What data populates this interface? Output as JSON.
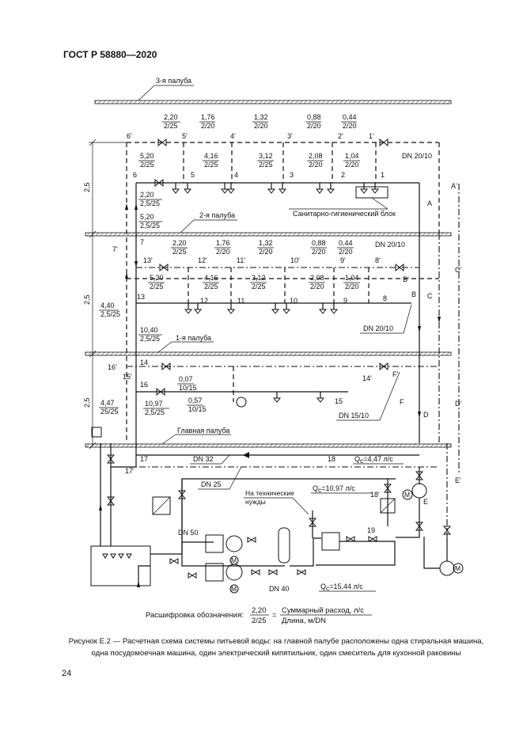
{
  "header": {
    "standard": "ГОСТ Р 58880—2020"
  },
  "page_number": "24",
  "caption": "Рисунок Е.2 — Расчетная схема системы питьевой воды: на главной палубе расположены одна стиральная машина, одна посудомоечная машина, один электрический кипятильник, один смеситель для кухонной раковины",
  "decks": {
    "deck3": "3-я палуба",
    "deck2": "2-я палуба",
    "deck1": "1-я палуба",
    "main": "Главная палуба"
  },
  "heights": {
    "h1": "2,5",
    "h2": "2,5",
    "h3": "2,5"
  },
  "nodes": {
    "n1": "1",
    "n2": "2",
    "n3": "3",
    "n4": "4",
    "n5": "5",
    "n6": "6",
    "n1p": "1'",
    "n2p": "2'",
    "n3p": "3'",
    "n4p": "4'",
    "n5p": "5'",
    "n6p": "6'",
    "n7": "7",
    "n7p": "7'",
    "n8": "8",
    "n9": "9",
    "n10": "10",
    "n11": "11",
    "n12": "12",
    "n13": "13",
    "n8p": "8'",
    "n9p": "9'",
    "n10p": "10'",
    "n11p": "11'",
    "n12p": "12'",
    "n13p": "13'",
    "n14": "14",
    "n14p": "14'",
    "n15": "15",
    "n15p": "15'",
    "n16": "16",
    "n16p": "16'",
    "n17": "17",
    "n17p": "17'",
    "n18": "18",
    "n18p": "18'",
    "n19": "19"
  },
  "risers": {
    "A": "A",
    "Ap": "A'",
    "B": "B",
    "Bp": "B'",
    "C": "C",
    "Cp": "C'",
    "D": "D",
    "Dp": "D'",
    "E": "E",
    "Ep": "E'",
    "F": "F",
    "Fp": "F'"
  },
  "labels": {
    "r3t1a": "2,20",
    "r3t1b": "2/25",
    "r3t2a": "1,76",
    "r3t2b": "2/20",
    "r3t3a": "1,32",
    "r3t3b": "2/20",
    "r3t4a": "0,88",
    "r3t4b": "2/20",
    "r3t5a": "0,44",
    "r3t5b": "2/20",
    "r3b1a": "5,20",
    "r3b1b": "2/25",
    "r3b2a": "4,16",
    "r3b2b": "2/25",
    "r3b3a": "3,12",
    "r3b3b": "2/25",
    "r3b4a": "2,08",
    "r3b4b": "2/20",
    "r3b5a": "1,04",
    "r3b5b": "2/20",
    "v3a": "2,20",
    "v3b": "2,5/25",
    "v3c": "5,20",
    "v3d": "2,5/25",
    "dn3": "DN 20/10",
    "sanblock": "Санитарно-гигиенический блок",
    "r2t1a": "2,20",
    "r2t1b": "2/25",
    "r2t2a": "1,76",
    "r2t2b": "2/20",
    "r2t3a": "1,32",
    "r2t3b": "2/20",
    "r2t4a": "0,88",
    "r2t4b": "2/20",
    "r2t5a": "0,44",
    "r2t5b": "2/20",
    "dn2a": "DN 20/10",
    "r2b1a": "5,20",
    "r2b1b": "2/25",
    "r2b2a": "4,16",
    "r2b2b": "2/25",
    "r2b3a": "3,12",
    "r2b3b": "2/25",
    "r2b4a": "2,08",
    "r2b4b": "2/20",
    "r2b5a": "1,04",
    "r2b5b": "2/20",
    "v2a": "4,40",
    "v2b": "2,5/25",
    "v2c": "10,40",
    "v2d": "2,5/25",
    "dn2b": "DN 20/10",
    "r1a": "0,07",
    "r1b": "10/15",
    "r1c": "0,57",
    "r1d": "10/15",
    "v1a": "4,47",
    "v1b": "25/25",
    "v1c": "10,97",
    "v1d": "2,5/25",
    "dn1": "DN 15/10",
    "dn32": "DN 32",
    "dn25": "DN 25",
    "dn50": "DN 50",
    "dn40": "DN 40",
    "q1": "Q",
    "q1s": "c",
    "q1v": "=4,47 л/с",
    "q2": "Q",
    "q2s": "c",
    "q2v": "=10,97 л/с",
    "q3": "Q",
    "q3s": "c",
    "q3v": "=15,44 л/с",
    "tech1": "На технические",
    "tech2": "нужды",
    "legend_title": "Расшифровка обозначения:",
    "legend_num": "2,20",
    "legend_den": "2/25",
    "legend_eq": "=",
    "legend_top": "Суммарный расход, л/с",
    "legend_bot": "Длина, м/DN",
    "motor": "M"
  }
}
